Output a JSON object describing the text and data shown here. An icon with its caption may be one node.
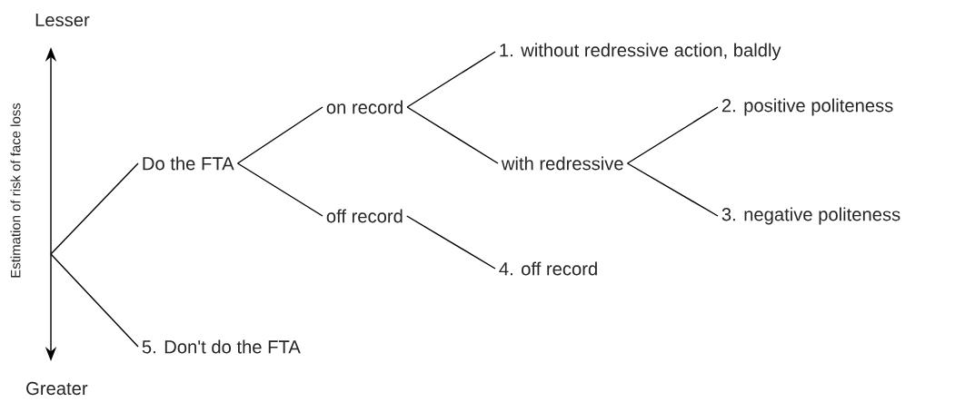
{
  "diagram": {
    "nodes": [
      {
        "text": [
          "Do the FTA"
        ]
      },
      {
        "text": [
          "5. Don't do the FTA"
        ]
      },
      {
        "text": [
          "on record"
        ]
      },
      {
        "text": [
          "off record"
        ]
      },
      {
        "text": [
          "1. without redressive action, baldly"
        ]
      },
      {
        "text": [
          "with redressive"
        ]
      },
      {
        "text": [
          "4. off record"
        ]
      },
      {
        "text": [
          "2. positive politeness"
        ]
      },
      {
        "text": [
          "3. negative politeness"
        ]
      }
    ],
    "edges": [
      {
        "from": null,
        "to": 0,
        "arrow": "none"
      },
      {
        "from": null,
        "to": 1,
        "arrow": "none"
      },
      {
        "from": 0,
        "to": 2,
        "arrow": "none"
      },
      {
        "from": 0,
        "to": 3,
        "arrow": "none"
      },
      {
        "from": 2,
        "to": 4,
        "arrow": "none"
      },
      {
        "from": 2,
        "to": 5,
        "arrow": "none"
      },
      {
        "from": 3,
        "to": 6,
        "arrow": "none"
      },
      {
        "from": 5,
        "to": 7,
        "arrow": "none"
      },
      {
        "from": 5,
        "to": 8,
        "arrow": "none"
      }
    ],
    "labels": [
      "Lesser",
      "Estimation of risk of face loss",
      "Greater"
    ]
  }
}
